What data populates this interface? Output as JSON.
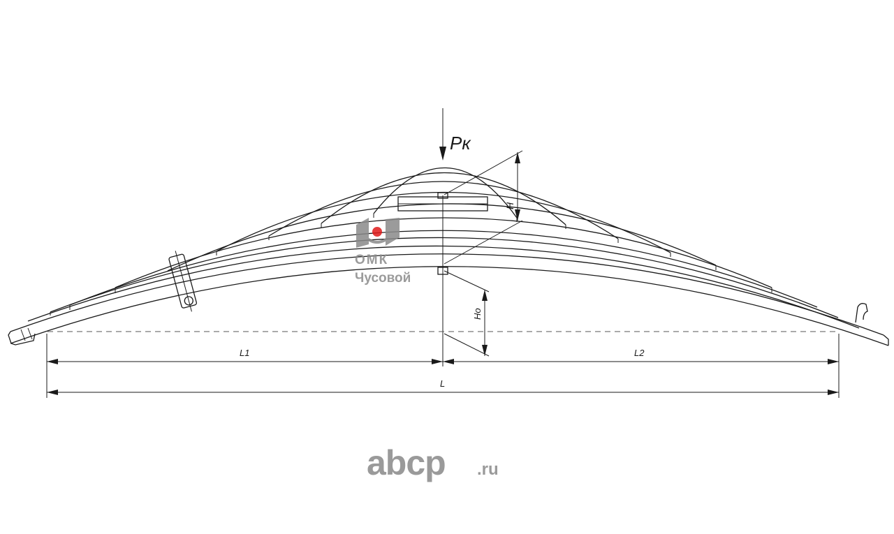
{
  "labels": {
    "force": "Pк",
    "height_h": "H",
    "height_ho": "Ho",
    "length_l1": "L1",
    "length_l2": "L2",
    "length_l": "L"
  },
  "watermark": {
    "brand": "ОМК",
    "city": "Чусовой",
    "dot_color": "#e01b1b",
    "icon": "omk-logo-icon"
  },
  "site_logo": {
    "name": "abcp",
    "tld": ".ru"
  }
}
